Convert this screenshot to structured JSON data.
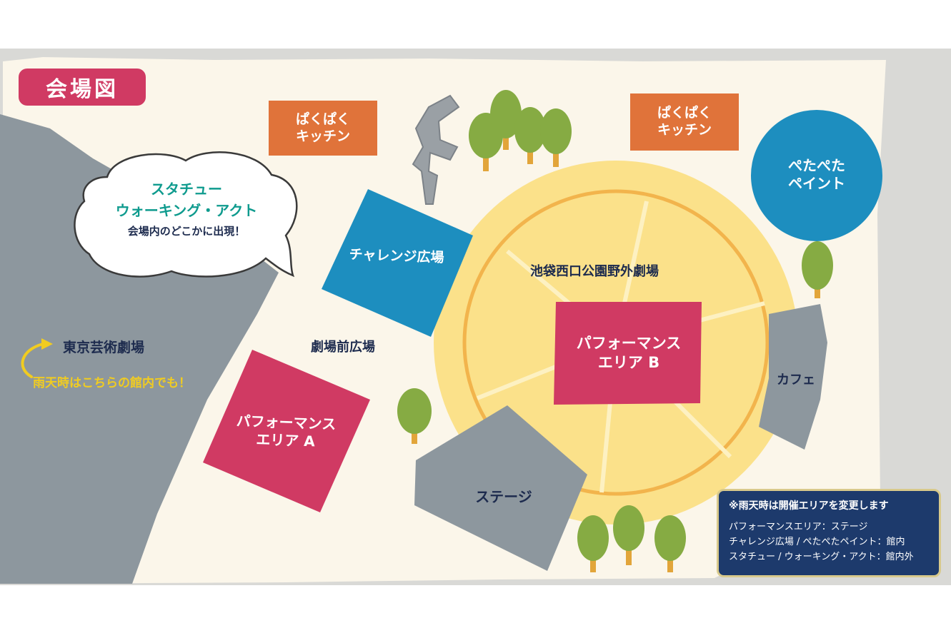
{
  "title": "会場図",
  "colors": {
    "ground": "#fbf6ea",
    "gray": "#8d979e",
    "border_gray": "#d9d9d6",
    "yellow": "#fbe18a",
    "blue": "#1d8ebf",
    "magenta": "#d03a63",
    "orange": "#e0733a",
    "navy": "#1d3a6c",
    "teal": "#0f9b8e"
  },
  "areas": {
    "kitchen_left": [
      "ぱくぱく",
      "キッチン"
    ],
    "kitchen_right": [
      "ぱくぱく",
      "キッチン"
    ],
    "paint": [
      "ぺたぺた",
      "ペイント"
    ],
    "challenge": "チャレンジ広場",
    "theater_name": "池袋西口公園野外劇場",
    "perf_b": [
      "パフォーマンス",
      "エリア B"
    ],
    "perf_a": [
      "パフォーマンス",
      "エリア A"
    ],
    "cafe": "カフェ",
    "stage": "ステージ",
    "plaza": "劇場前広場",
    "tokyo_geijutsu": "東京芸術劇場",
    "rain_note": "雨天時はこちらの館内でも！"
  },
  "speech": {
    "line1": "スタチュー",
    "line2": "ウォーキング・アクト",
    "line3": "会場内のどこかに出現！"
  },
  "legend": {
    "heading": "※雨天時は開催エリアを変更します",
    "rows": [
      "パフォーマンスエリア：ステージ",
      "チャレンジ広場 / ぺたぺたペイント：館内",
      "スタチュー / ウォーキング・アクト：館内外"
    ]
  },
  "icons": [
    "tree-icon",
    "statue-icon",
    "arrow-icon"
  ]
}
